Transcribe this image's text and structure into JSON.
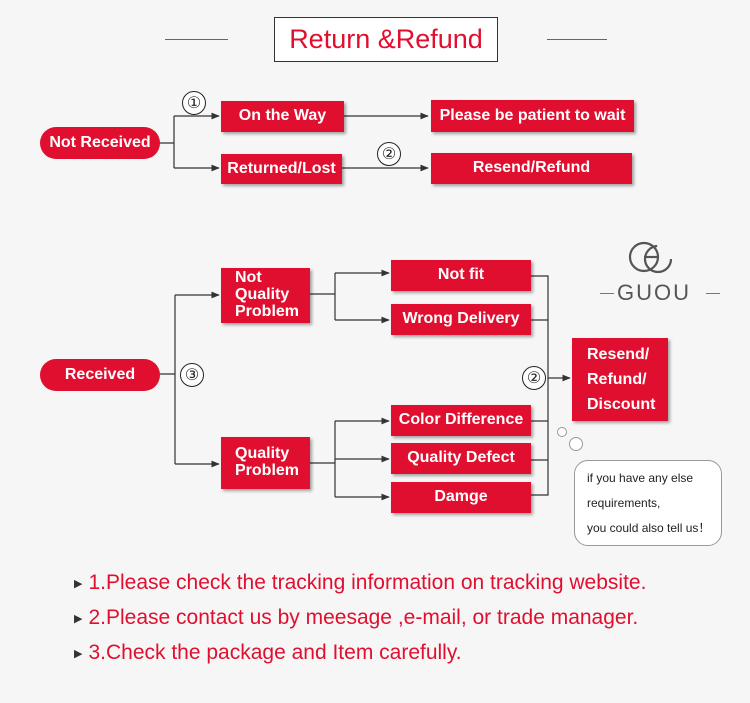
{
  "header": {
    "title": "Return &Refund"
  },
  "brand": {
    "logo_text": "GUOU"
  },
  "flowchart": {
    "not_received": {
      "root": "Not Received",
      "branch_on_the_way": "On the Way",
      "outcome_wait": "Please be patient to wait",
      "branch_returned_lost": "Returned/Lost",
      "outcome_resend_refund": "Resend/Refund"
    },
    "received": {
      "root": "Received",
      "not_quality_problem": "Not\nQuality\nProblem",
      "quality_problem": "Quality\nProblem",
      "issue_not_fit": "Not fit",
      "issue_wrong_delivery": "Wrong Delivery",
      "issue_color_difference": "Color Difference",
      "issue_quality_defect": "Quality Defect",
      "issue_damge": "Damge",
      "outcome": "Resend/\nRefund/\nDiscount"
    },
    "step_markers": [
      "①",
      "②",
      "③",
      "②"
    ]
  },
  "speech_bubble": {
    "line1": "if you have any else",
    "line2": "requirements,",
    "line3": "you could also tell us！"
  },
  "notes": [
    "1.Please check the tracking information on tracking website.",
    "2.Please contact us by meesage ,e-mail, or trade manager.",
    "3.Check the package and Item carefully."
  ],
  "colors": {
    "accent": "#e00f2f",
    "line": "#333333",
    "background": "#f6f6f6"
  }
}
